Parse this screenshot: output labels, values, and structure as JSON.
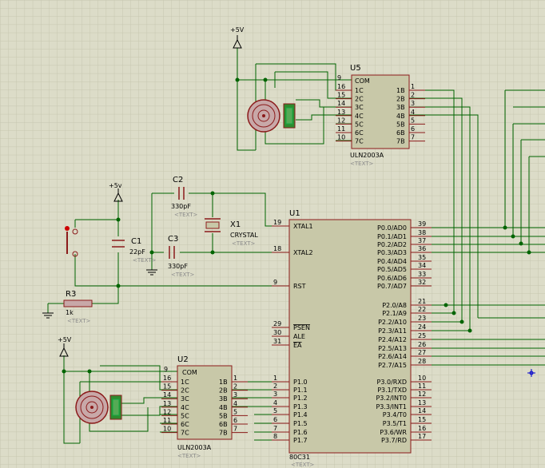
{
  "colors": {
    "background": "#dcdcc8",
    "grid": "#c8c8b4",
    "wire": "#006400",
    "component": "#8b1a1a",
    "body": "#c8c8a8",
    "text_placeholder": "#8a8a8a",
    "marker": "#0000cc"
  },
  "u5": {
    "ref": "U5",
    "part": "ULN2003A",
    "text": "<TEXT>",
    "com": "COM",
    "com_pin": "9",
    "inputs": [
      {
        "num": "16",
        "name": "1C"
      },
      {
        "num": "15",
        "name": "2C"
      },
      {
        "num": "14",
        "name": "3C"
      },
      {
        "num": "13",
        "name": "4C"
      },
      {
        "num": "12",
        "name": "5C"
      },
      {
        "num": "11",
        "name": "6C"
      },
      {
        "num": "10",
        "name": "7C"
      }
    ],
    "outputs": [
      {
        "num": "1",
        "name": "1B"
      },
      {
        "num": "2",
        "name": "2B"
      },
      {
        "num": "3",
        "name": "3B"
      },
      {
        "num": "4",
        "name": "4B"
      },
      {
        "num": "5",
        "name": "5B"
      },
      {
        "num": "6",
        "name": "6B"
      },
      {
        "num": "7",
        "name": "7B"
      }
    ]
  },
  "u2": {
    "ref": "U2",
    "part": "ULN2003A",
    "text": "<TEXT>",
    "com": "COM",
    "com_pin": "9",
    "inputs": [
      {
        "num": "16",
        "name": "1C"
      },
      {
        "num": "15",
        "name": "2C"
      },
      {
        "num": "14",
        "name": "3C"
      },
      {
        "num": "13",
        "name": "4C"
      },
      {
        "num": "12",
        "name": "5C"
      },
      {
        "num": "11",
        "name": "6C"
      },
      {
        "num": "10",
        "name": "7C"
      }
    ],
    "outputs": [
      {
        "num": "1",
        "name": "1B"
      },
      {
        "num": "2",
        "name": "2B"
      },
      {
        "num": "3",
        "name": "3B"
      },
      {
        "num": "4",
        "name": "4B"
      },
      {
        "num": "5",
        "name": "5B"
      },
      {
        "num": "6",
        "name": "6B"
      },
      {
        "num": "7",
        "name": "7B"
      }
    ]
  },
  "u1": {
    "ref": "U1",
    "part": "80C31",
    "text": "<TEXT>",
    "left_pins": [
      {
        "num": "19",
        "name": "XTAL1"
      },
      {
        "num": "18",
        "name": "XTAL2"
      },
      {
        "num": "9",
        "name": "RST"
      },
      {
        "num": "29",
        "name": "PSEN"
      },
      {
        "num": "30",
        "name": "ALE"
      },
      {
        "num": "31",
        "name": "EA"
      },
      {
        "num": "1",
        "name": "P1.0"
      },
      {
        "num": "2",
        "name": "P1.1"
      },
      {
        "num": "3",
        "name": "P1.2"
      },
      {
        "num": "4",
        "name": "P1.3"
      },
      {
        "num": "5",
        "name": "P1.4"
      },
      {
        "num": "6",
        "name": "P1.5"
      },
      {
        "num": "7",
        "name": "P1.6"
      },
      {
        "num": "8",
        "name": "P1.7"
      }
    ],
    "right_pins": [
      {
        "num": "39",
        "name": "P0.0/AD0"
      },
      {
        "num": "38",
        "name": "P0.1/AD1"
      },
      {
        "num": "37",
        "name": "P0.2/AD2"
      },
      {
        "num": "36",
        "name": "P0.3/AD3"
      },
      {
        "num": "35",
        "name": "P0.4/AD4"
      },
      {
        "num": "34",
        "name": "P0.5/AD5"
      },
      {
        "num": "33",
        "name": "P0.6/AD6"
      },
      {
        "num": "32",
        "name": "P0.7/AD7"
      },
      {
        "num": "21",
        "name": "P2.0/A8"
      },
      {
        "num": "22",
        "name": "P2.1/A9"
      },
      {
        "num": "23",
        "name": "P2.2/A10"
      },
      {
        "num": "24",
        "name": "P2.3/A11"
      },
      {
        "num": "25",
        "name": "P2.4/A12"
      },
      {
        "num": "26",
        "name": "P2.5/A13"
      },
      {
        "num": "27",
        "name": "P2.6/A14"
      },
      {
        "num": "28",
        "name": "P2.7/A15"
      },
      {
        "num": "10",
        "name": "P3.0/RXD"
      },
      {
        "num": "11",
        "name": "P3.1/TXD"
      },
      {
        "num": "12",
        "name": "P3.2/INT0"
      },
      {
        "num": "13",
        "name": "P3.3/INT1"
      },
      {
        "num": "14",
        "name": "P3.4/T0"
      },
      {
        "num": "15",
        "name": "P3.5/T1"
      },
      {
        "num": "16",
        "name": "P3.6/WR"
      },
      {
        "num": "17",
        "name": "P3.7/RD"
      }
    ]
  },
  "power": {
    "top": "+5V",
    "mid": "+5v",
    "bottom": "+5V"
  },
  "c1": {
    "ref": "C1",
    "value": "22pF",
    "text": "<TEXT>"
  },
  "c2": {
    "ref": "C2",
    "value": "330pF",
    "text": "<TEXT>"
  },
  "c3": {
    "ref": "C3",
    "value": "330pF",
    "text": "<TEXT>"
  },
  "x1": {
    "ref": "X1",
    "value": "CRYSTAL",
    "text": "<TEXT>"
  },
  "r3": {
    "ref": "R3",
    "value": "1k",
    "text": "<TEXT>"
  }
}
